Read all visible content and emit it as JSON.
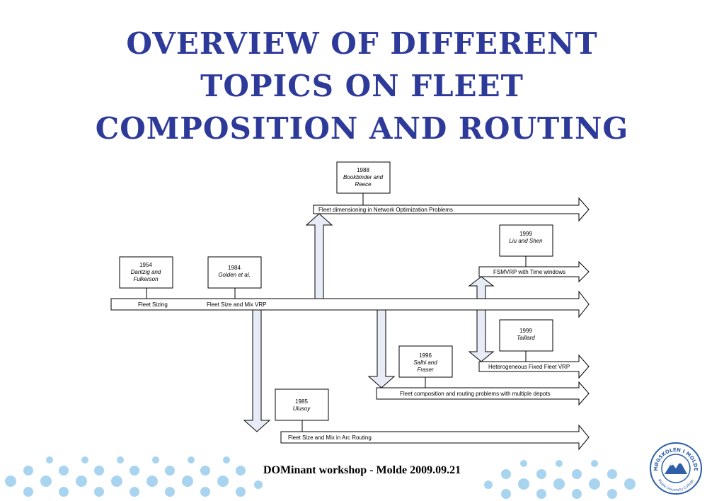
{
  "title": {
    "line1": "OVERVIEW OF DIFFERENT",
    "line2": "TOPICS ON FLEET",
    "line3": "COMPOSITION AND ROUTING"
  },
  "boxes": {
    "bookbinder": {
      "year": "1988",
      "name1": "Bookbinder and",
      "name2": "Reece"
    },
    "dantzig": {
      "year": "1954",
      "name1": "Dantzig and",
      "name2": "Fulkerson"
    },
    "golden": {
      "year": "1984",
      "name1": "Golden et al.",
      "name2": ""
    },
    "liu": {
      "year": "1999",
      "name1": "Liu and Shen",
      "name2": ""
    },
    "taillard": {
      "year": "1999",
      "name1": "Taillard",
      "name2": ""
    },
    "salhi": {
      "year": "1996",
      "name1": "Salhi and",
      "name2": "Fraser"
    },
    "ulusoy": {
      "year": "1985",
      "name1": "Ulusoy",
      "name2": ""
    }
  },
  "arrows": {
    "fleet_dimensioning": "Fleet dimensioning in Network Optimization Problems",
    "fleet_sizing": "Fleet Sizing",
    "fsmvrp_main": "Fleet Size and Mix VRP",
    "fsmvrp_tw": "FSMVRP with Time windows",
    "hfvrp": "Heterogeneous Fixed Fleet VRP",
    "multi_depot": "Fleet composition and routing problems with multiple depots",
    "arc_routing": "Fleet Size and Mix in Arc Routing"
  },
  "footer": "DOMinant workshop - Molde 2009.09.21",
  "logo": {
    "top_text": "HØGSKOLEN I MOLDE",
    "bottom_text": "Molde University College"
  },
  "colors": {
    "title": "#2e3a9a",
    "arrow_fill": "#e8ecf6",
    "dots": "#a9d4f0",
    "logo": "#2e5fa8"
  }
}
